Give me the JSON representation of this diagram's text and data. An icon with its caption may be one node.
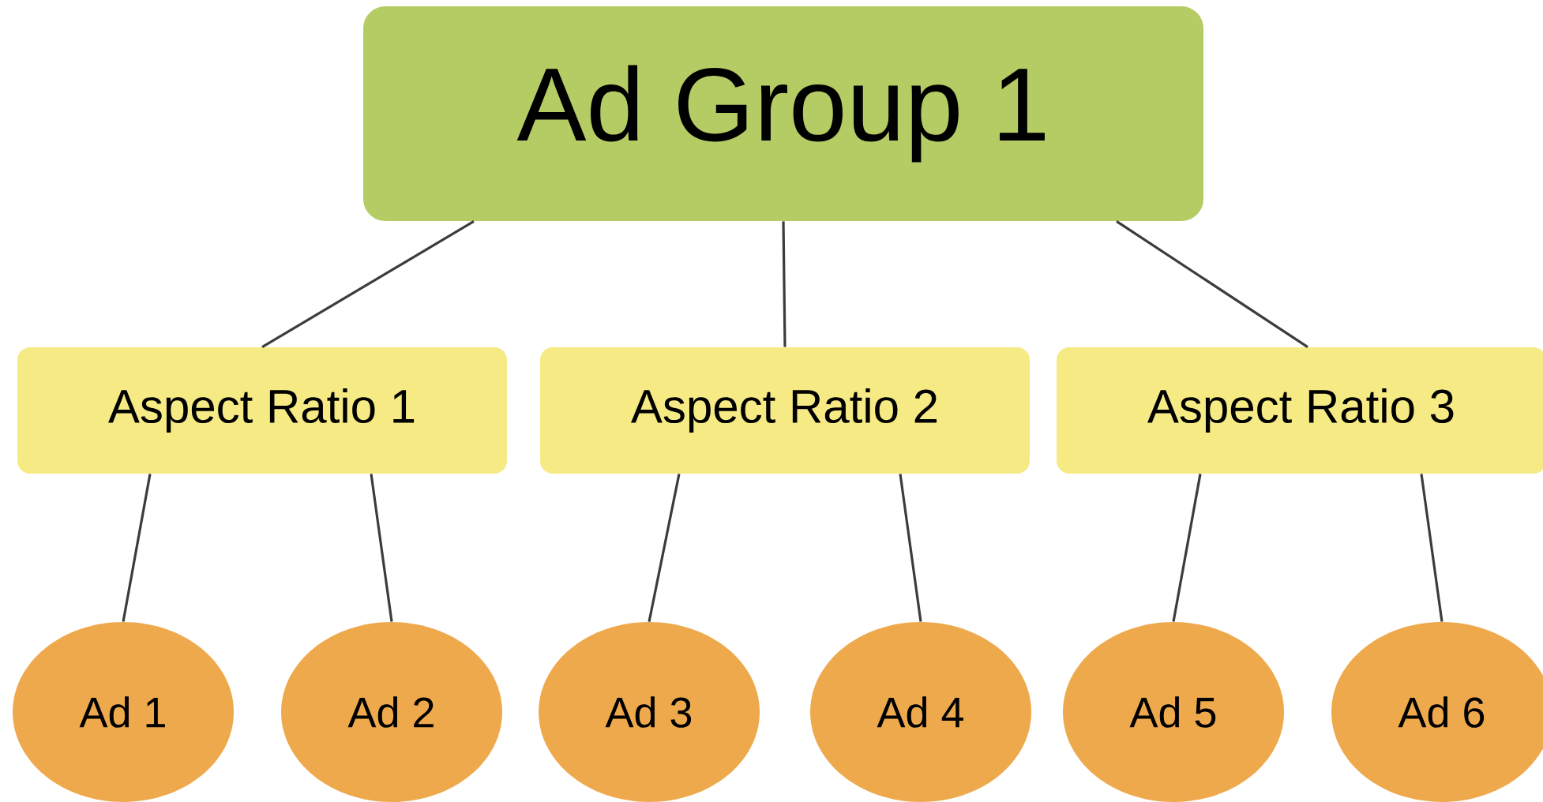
{
  "diagram": {
    "nodes": [
      {
        "text": [
          "Ad Group 1"
        ]
      },
      {
        "text": [
          "Aspect Ratio 1"
        ]
      },
      {
        "text": [
          "Aspect Ratio 2"
        ]
      },
      {
        "text": [
          "Aspect Ratio 3"
        ]
      },
      {
        "text": [
          "Ad 1"
        ]
      },
      {
        "text": [
          "Ad 2"
        ]
      },
      {
        "text": [
          "Ad 3"
        ]
      },
      {
        "text": [
          "Ad 4"
        ]
      },
      {
        "text": [
          "Ad 5"
        ]
      },
      {
        "text": [
          "Ad 6"
        ]
      }
    ],
    "edges": [
      {
        "from": 0,
        "to": 1,
        "arrow": "none"
      },
      {
        "from": 0,
        "to": 2,
        "arrow": "none"
      },
      {
        "from": 0,
        "to": 3,
        "arrow": "none"
      },
      {
        "from": 1,
        "to": 4,
        "arrow": "none"
      },
      {
        "from": 1,
        "to": 5,
        "arrow": "none"
      },
      {
        "from": 2,
        "to": 6,
        "arrow": "none"
      },
      {
        "from": 2,
        "to": 7,
        "arrow": "none"
      },
      {
        "from": 3,
        "to": 8,
        "arrow": "none"
      },
      {
        "from": 3,
        "to": 9,
        "arrow": "none"
      }
    ]
  }
}
